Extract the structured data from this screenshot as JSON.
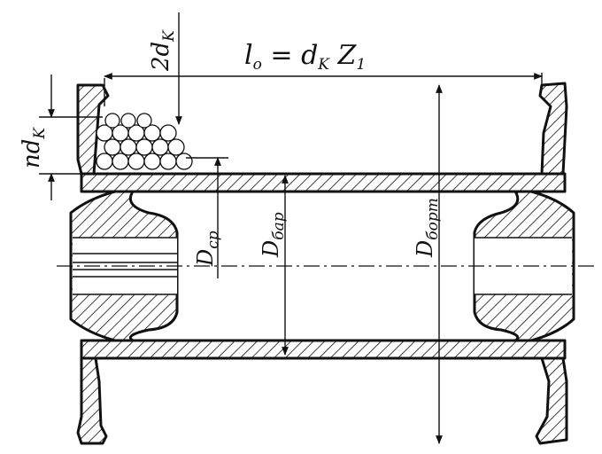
{
  "figure": {
    "labels": {
      "lo_formula_main": "l",
      "lo_formula_sub": "o",
      "lo_formula_rest": " = d",
      "lo_formula_sub2": "K",
      "lo_formula_tail": " Z",
      "lo_formula_sub3": "1",
      "two_dk_main": "2d",
      "two_dk_sub": "K",
      "n_dk_main": "nd",
      "n_dk_sub": "K",
      "d_cp_main": "D",
      "d_cp_sub": "ср",
      "d_bar_main": "D",
      "d_bar_sub": "бар",
      "d_bort_main": "D",
      "d_bort_sub": "борт"
    }
  }
}
